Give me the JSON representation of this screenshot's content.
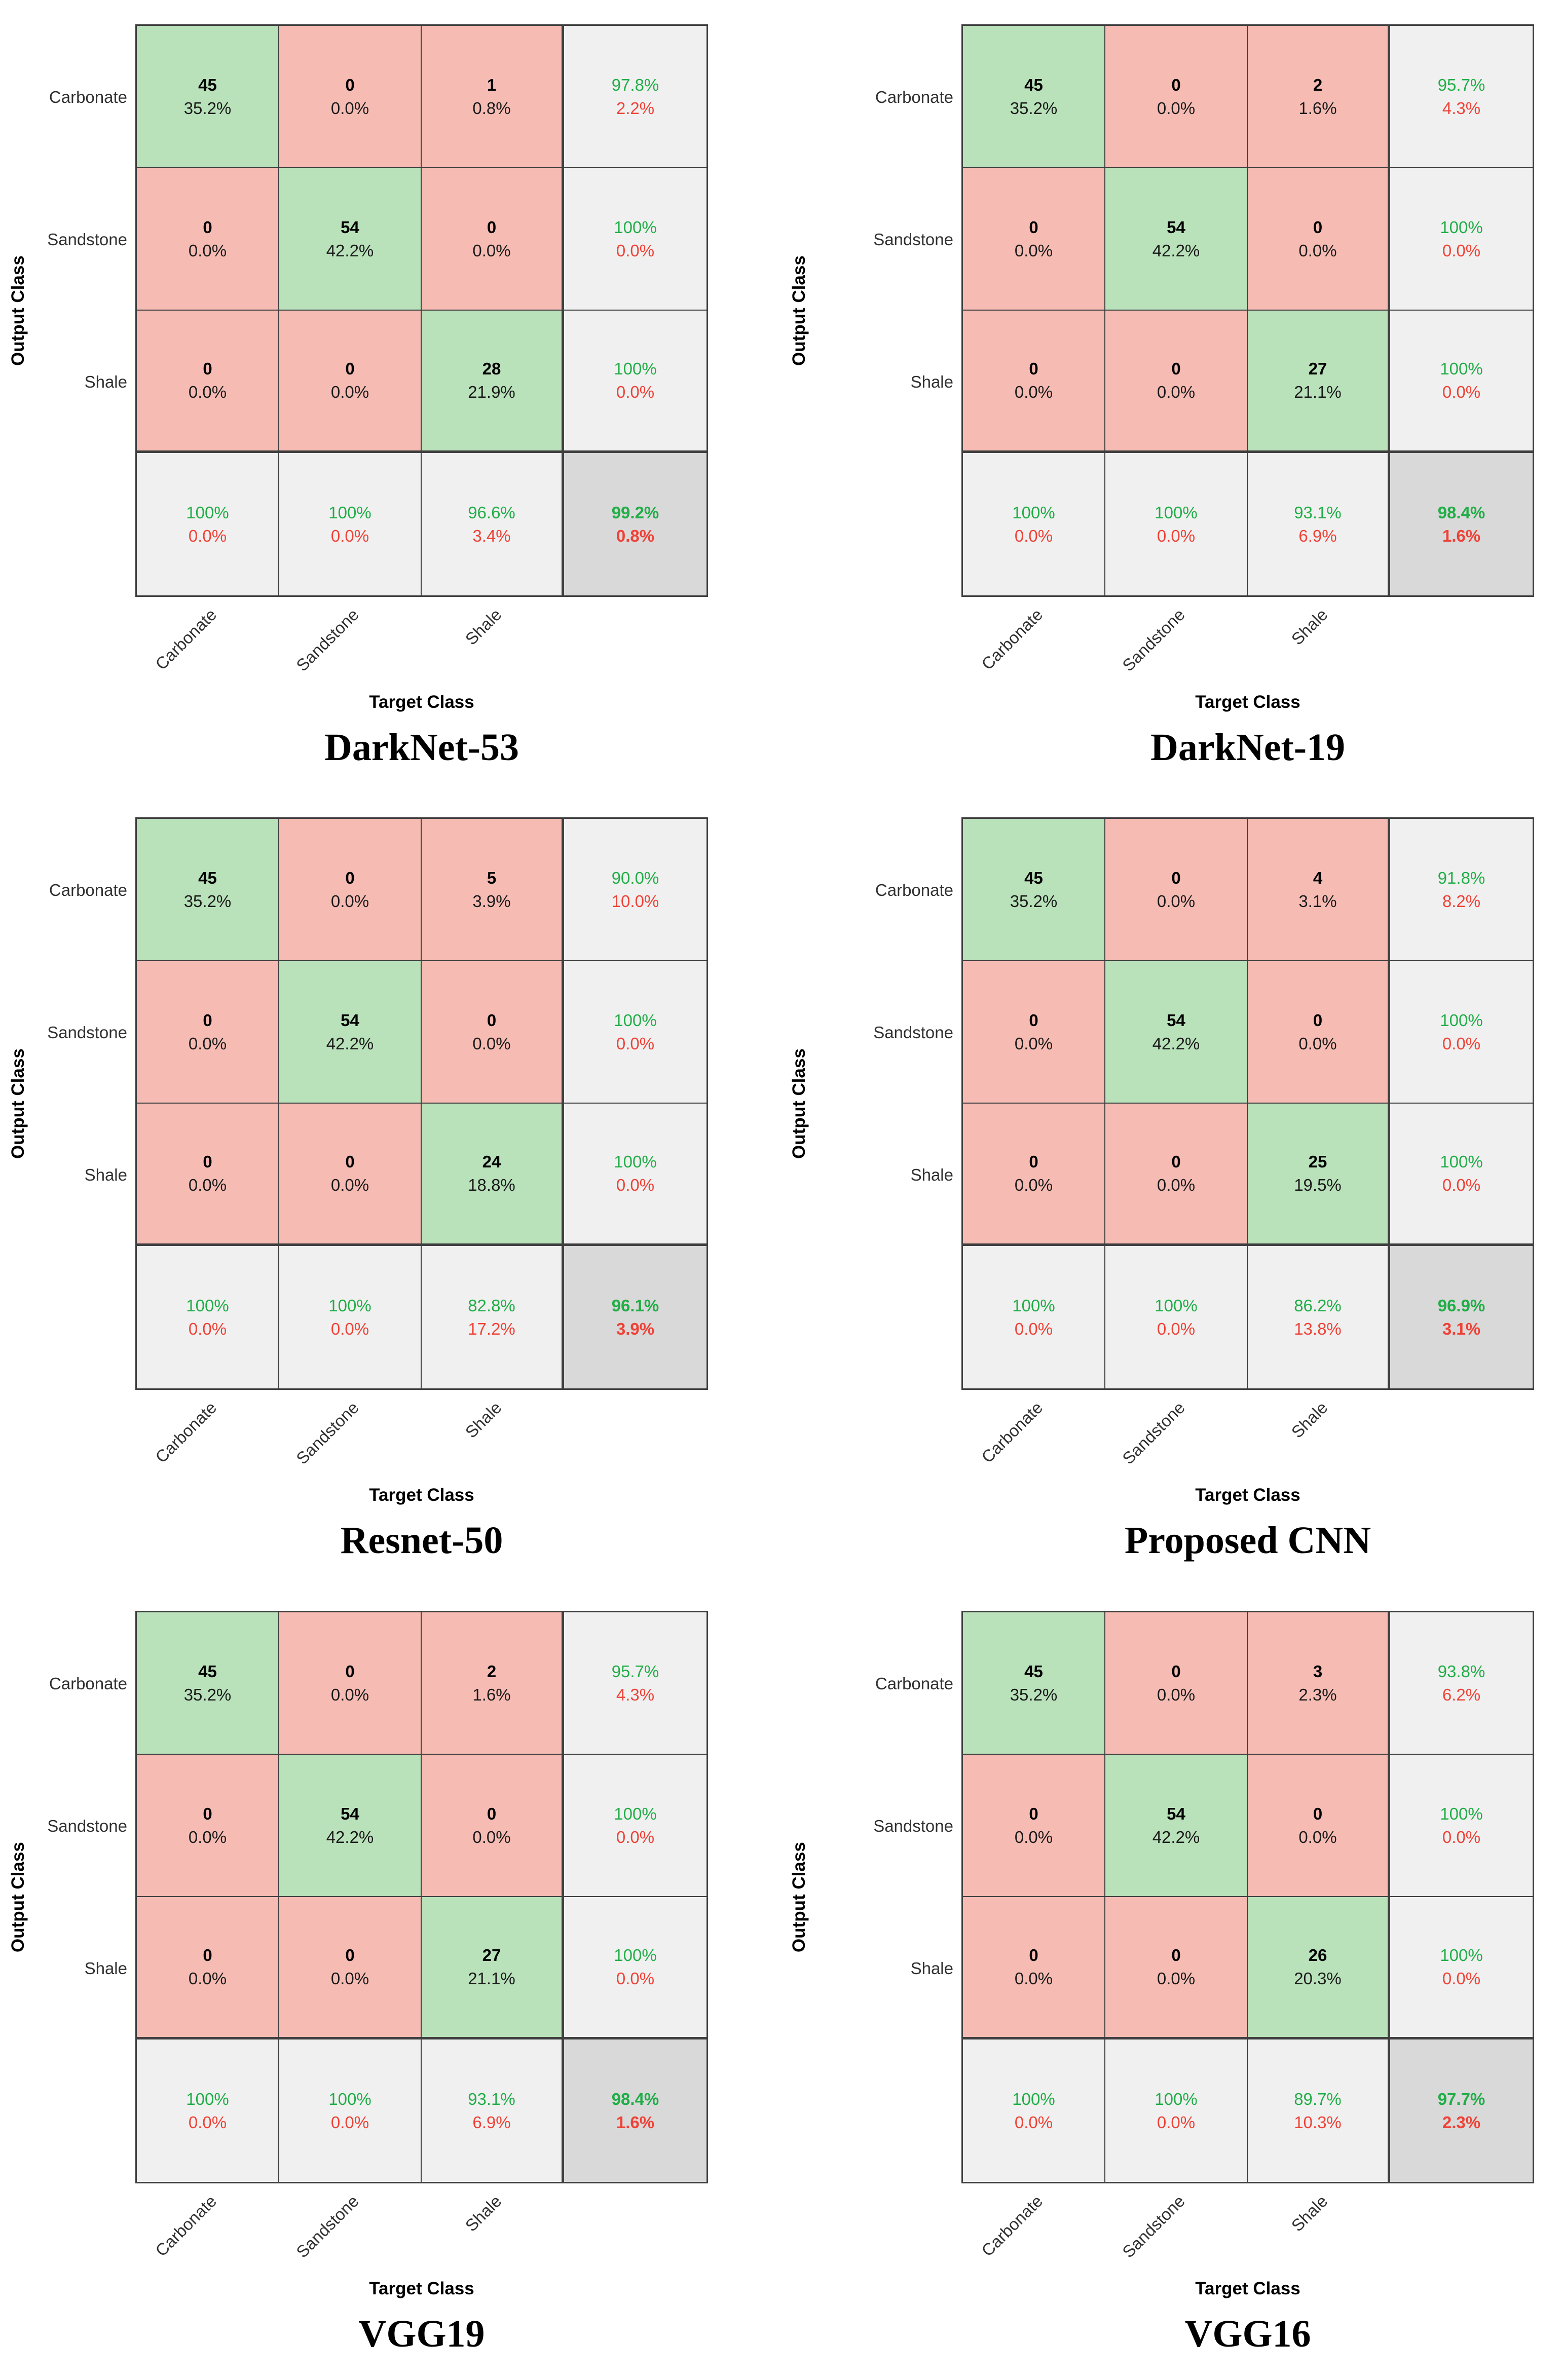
{
  "figure": {
    "axis": {
      "output_label": "Output Class",
      "target_label": "Target Class"
    },
    "classes": [
      "Carbonate",
      "Sandstone",
      "Shale"
    ],
    "colors": {
      "diagonal_cell": "#b9e2ba",
      "offdiagonal_cell": "#f6bcb4",
      "summary_cell": "#f0f0f0",
      "total_cell": "#d9d9d9",
      "grid_line": "#3f3f3f",
      "good_text": "#21ad47",
      "bad_text": "#ee4237"
    },
    "panels": [
      {
        "title": "DarkNet-53",
        "grid": [
          [
            {
              "k": "d",
              "a": "45",
              "b": "35.2%"
            },
            {
              "k": "o",
              "a": "0",
              "b": "0.0%"
            },
            {
              "k": "o",
              "a": "1",
              "b": "0.8%"
            },
            {
              "k": "s",
              "a": "97.8%",
              "b": "2.2%"
            }
          ],
          [
            {
              "k": "o",
              "a": "0",
              "b": "0.0%"
            },
            {
              "k": "d",
              "a": "54",
              "b": "42.2%"
            },
            {
              "k": "o",
              "a": "0",
              "b": "0.0%"
            },
            {
              "k": "s",
              "a": "100%",
              "b": "0.0%"
            }
          ],
          [
            {
              "k": "o",
              "a": "0",
              "b": "0.0%"
            },
            {
              "k": "o",
              "a": "0",
              "b": "0.0%"
            },
            {
              "k": "d",
              "a": "28",
              "b": "21.9%"
            },
            {
              "k": "s",
              "a": "100%",
              "b": "0.0%"
            }
          ],
          [
            {
              "k": "s",
              "a": "100%",
              "b": "0.0%"
            },
            {
              "k": "s",
              "a": "100%",
              "b": "0.0%"
            },
            {
              "k": "s",
              "a": "96.6%",
              "b": "3.4%"
            },
            {
              "k": "t",
              "a": "99.2%",
              "b": "0.8%"
            }
          ]
        ]
      },
      {
        "title": "DarkNet-19",
        "grid": [
          [
            {
              "k": "d",
              "a": "45",
              "b": "35.2%"
            },
            {
              "k": "o",
              "a": "0",
              "b": "0.0%"
            },
            {
              "k": "o",
              "a": "2",
              "b": "1.6%"
            },
            {
              "k": "s",
              "a": "95.7%",
              "b": "4.3%"
            }
          ],
          [
            {
              "k": "o",
              "a": "0",
              "b": "0.0%"
            },
            {
              "k": "d",
              "a": "54",
              "b": "42.2%"
            },
            {
              "k": "o",
              "a": "0",
              "b": "0.0%"
            },
            {
              "k": "s",
              "a": "100%",
              "b": "0.0%"
            }
          ],
          [
            {
              "k": "o",
              "a": "0",
              "b": "0.0%"
            },
            {
              "k": "o",
              "a": "0",
              "b": "0.0%"
            },
            {
              "k": "d",
              "a": "27",
              "b": "21.1%"
            },
            {
              "k": "s",
              "a": "100%",
              "b": "0.0%"
            }
          ],
          [
            {
              "k": "s",
              "a": "100%",
              "b": "0.0%"
            },
            {
              "k": "s",
              "a": "100%",
              "b": "0.0%"
            },
            {
              "k": "s",
              "a": "93.1%",
              "b": "6.9%"
            },
            {
              "k": "t",
              "a": "98.4%",
              "b": "1.6%"
            }
          ]
        ]
      },
      {
        "title": "Resnet-50",
        "grid": [
          [
            {
              "k": "d",
              "a": "45",
              "b": "35.2%"
            },
            {
              "k": "o",
              "a": "0",
              "b": "0.0%"
            },
            {
              "k": "o",
              "a": "5",
              "b": "3.9%"
            },
            {
              "k": "s",
              "a": "90.0%",
              "b": "10.0%"
            }
          ],
          [
            {
              "k": "o",
              "a": "0",
              "b": "0.0%"
            },
            {
              "k": "d",
              "a": "54",
              "b": "42.2%"
            },
            {
              "k": "o",
              "a": "0",
              "b": "0.0%"
            },
            {
              "k": "s",
              "a": "100%",
              "b": "0.0%"
            }
          ],
          [
            {
              "k": "o",
              "a": "0",
              "b": "0.0%"
            },
            {
              "k": "o",
              "a": "0",
              "b": "0.0%"
            },
            {
              "k": "d",
              "a": "24",
              "b": "18.8%"
            },
            {
              "k": "s",
              "a": "100%",
              "b": "0.0%"
            }
          ],
          [
            {
              "k": "s",
              "a": "100%",
              "b": "0.0%"
            },
            {
              "k": "s",
              "a": "100%",
              "b": "0.0%"
            },
            {
              "k": "s",
              "a": "82.8%",
              "b": "17.2%"
            },
            {
              "k": "t",
              "a": "96.1%",
              "b": "3.9%"
            }
          ]
        ]
      },
      {
        "title": "Proposed CNN",
        "grid": [
          [
            {
              "k": "d",
              "a": "45",
              "b": "35.2%"
            },
            {
              "k": "o",
              "a": "0",
              "b": "0.0%"
            },
            {
              "k": "o",
              "a": "4",
              "b": "3.1%"
            },
            {
              "k": "s",
              "a": "91.8%",
              "b": "8.2%"
            }
          ],
          [
            {
              "k": "o",
              "a": "0",
              "b": "0.0%"
            },
            {
              "k": "d",
              "a": "54",
              "b": "42.2%"
            },
            {
              "k": "o",
              "a": "0",
              "b": "0.0%"
            },
            {
              "k": "s",
              "a": "100%",
              "b": "0.0%"
            }
          ],
          [
            {
              "k": "o",
              "a": "0",
              "b": "0.0%"
            },
            {
              "k": "o",
              "a": "0",
              "b": "0.0%"
            },
            {
              "k": "d",
              "a": "25",
              "b": "19.5%"
            },
            {
              "k": "s",
              "a": "100%",
              "b": "0.0%"
            }
          ],
          [
            {
              "k": "s",
              "a": "100%",
              "b": "0.0%"
            },
            {
              "k": "s",
              "a": "100%",
              "b": "0.0%"
            },
            {
              "k": "s",
              "a": "86.2%",
              "b": "13.8%"
            },
            {
              "k": "t",
              "a": "96.9%",
              "b": "3.1%"
            }
          ]
        ]
      },
      {
        "title": "VGG19",
        "grid": [
          [
            {
              "k": "d",
              "a": "45",
              "b": "35.2%"
            },
            {
              "k": "o",
              "a": "0",
              "b": "0.0%"
            },
            {
              "k": "o",
              "a": "2",
              "b": "1.6%"
            },
            {
              "k": "s",
              "a": "95.7%",
              "b": "4.3%"
            }
          ],
          [
            {
              "k": "o",
              "a": "0",
              "b": "0.0%"
            },
            {
              "k": "d",
              "a": "54",
              "b": "42.2%"
            },
            {
              "k": "o",
              "a": "0",
              "b": "0.0%"
            },
            {
              "k": "s",
              "a": "100%",
              "b": "0.0%"
            }
          ],
          [
            {
              "k": "o",
              "a": "0",
              "b": "0.0%"
            },
            {
              "k": "o",
              "a": "0",
              "b": "0.0%"
            },
            {
              "k": "d",
              "a": "27",
              "b": "21.1%"
            },
            {
              "k": "s",
              "a": "100%",
              "b": "0.0%"
            }
          ],
          [
            {
              "k": "s",
              "a": "100%",
              "b": "0.0%"
            },
            {
              "k": "s",
              "a": "100%",
              "b": "0.0%"
            },
            {
              "k": "s",
              "a": "93.1%",
              "b": "6.9%"
            },
            {
              "k": "t",
              "a": "98.4%",
              "b": "1.6%"
            }
          ]
        ]
      },
      {
        "title": "VGG16",
        "grid": [
          [
            {
              "k": "d",
              "a": "45",
              "b": "35.2%"
            },
            {
              "k": "o",
              "a": "0",
              "b": "0.0%"
            },
            {
              "k": "o",
              "a": "3",
              "b": "2.3%"
            },
            {
              "k": "s",
              "a": "93.8%",
              "b": "6.2%"
            }
          ],
          [
            {
              "k": "o",
              "a": "0",
              "b": "0.0%"
            },
            {
              "k": "d",
              "a": "54",
              "b": "42.2%"
            },
            {
              "k": "o",
              "a": "0",
              "b": "0.0%"
            },
            {
              "k": "s",
              "a": "100%",
              "b": "0.0%"
            }
          ],
          [
            {
              "k": "o",
              "a": "0",
              "b": "0.0%"
            },
            {
              "k": "o",
              "a": "0",
              "b": "0.0%"
            },
            {
              "k": "d",
              "a": "26",
              "b": "20.3%"
            },
            {
              "k": "s",
              "a": "100%",
              "b": "0.0%"
            }
          ],
          [
            {
              "k": "s",
              "a": "100%",
              "b": "0.0%"
            },
            {
              "k": "s",
              "a": "100%",
              "b": "0.0%"
            },
            {
              "k": "s",
              "a": "89.7%",
              "b": "10.3%"
            },
            {
              "k": "t",
              "a": "97.7%",
              "b": "2.3%"
            }
          ]
        ]
      }
    ]
  },
  "chart_data": [
    {
      "type": "heatmap",
      "title": "DarkNet-53",
      "xlabel": "Target Class",
      "ylabel": "Output Class",
      "classes": [
        "Carbonate",
        "Sandstone",
        "Shale"
      ],
      "counts": [
        [
          45,
          0,
          1
        ],
        [
          0,
          54,
          0
        ],
        [
          0,
          0,
          28
        ]
      ],
      "percent_of_total": [
        [
          35.2,
          0.0,
          0.8
        ],
        [
          0.0,
          42.2,
          0.0
        ],
        [
          0.0,
          0.0,
          21.9
        ]
      ],
      "row_summary_pct": [
        [
          97.8,
          2.2
        ],
        [
          100,
          0.0
        ],
        [
          100,
          0.0
        ]
      ],
      "col_summary_pct": [
        [
          100,
          0.0
        ],
        [
          100,
          0.0
        ],
        [
          96.6,
          3.4
        ]
      ],
      "overall_pct": [
        99.2,
        0.8
      ]
    },
    {
      "type": "heatmap",
      "title": "DarkNet-19",
      "xlabel": "Target Class",
      "ylabel": "Output Class",
      "classes": [
        "Carbonate",
        "Sandstone",
        "Shale"
      ],
      "counts": [
        [
          45,
          0,
          2
        ],
        [
          0,
          54,
          0
        ],
        [
          0,
          0,
          27
        ]
      ],
      "percent_of_total": [
        [
          35.2,
          0.0,
          1.6
        ],
        [
          0.0,
          42.2,
          0.0
        ],
        [
          0.0,
          0.0,
          21.1
        ]
      ],
      "row_summary_pct": [
        [
          95.7,
          4.3
        ],
        [
          100,
          0.0
        ],
        [
          100,
          0.0
        ]
      ],
      "col_summary_pct": [
        [
          100,
          0.0
        ],
        [
          100,
          0.0
        ],
        [
          93.1,
          6.9
        ]
      ],
      "overall_pct": [
        98.4,
        1.6
      ]
    },
    {
      "type": "heatmap",
      "title": "Resnet-50",
      "xlabel": "Target Class",
      "ylabel": "Output Class",
      "classes": [
        "Carbonate",
        "Sandstone",
        "Shale"
      ],
      "counts": [
        [
          45,
          0,
          5
        ],
        [
          0,
          54,
          0
        ],
        [
          0,
          0,
          24
        ]
      ],
      "percent_of_total": [
        [
          35.2,
          0.0,
          3.9
        ],
        [
          0.0,
          42.2,
          0.0
        ],
        [
          0.0,
          0.0,
          18.8
        ]
      ],
      "row_summary_pct": [
        [
          90.0,
          10.0
        ],
        [
          100,
          0.0
        ],
        [
          100,
          0.0
        ]
      ],
      "col_summary_pct": [
        [
          100,
          0.0
        ],
        [
          100,
          0.0
        ],
        [
          82.8,
          17.2
        ]
      ],
      "overall_pct": [
        96.1,
        3.9
      ]
    },
    {
      "type": "heatmap",
      "title": "Proposed CNN",
      "xlabel": "Target Class",
      "ylabel": "Output Class",
      "classes": [
        "Carbonate",
        "Sandstone",
        "Shale"
      ],
      "counts": [
        [
          45,
          0,
          4
        ],
        [
          0,
          54,
          0
        ],
        [
          0,
          0,
          25
        ]
      ],
      "percent_of_total": [
        [
          35.2,
          0.0,
          3.1
        ],
        [
          0.0,
          42.2,
          0.0
        ],
        [
          0.0,
          0.0,
          19.5
        ]
      ],
      "row_summary_pct": [
        [
          91.8,
          8.2
        ],
        [
          100,
          0.0
        ],
        [
          100,
          0.0
        ]
      ],
      "col_summary_pct": [
        [
          100,
          0.0
        ],
        [
          100,
          0.0
        ],
        [
          86.2,
          13.8
        ]
      ],
      "overall_pct": [
        96.9,
        3.1
      ]
    },
    {
      "type": "heatmap",
      "title": "VGG19",
      "xlabel": "Target Class",
      "ylabel": "Output Class",
      "classes": [
        "Carbonate",
        "Sandstone",
        "Shale"
      ],
      "counts": [
        [
          45,
          0,
          2
        ],
        [
          0,
          54,
          0
        ],
        [
          0,
          0,
          27
        ]
      ],
      "percent_of_total": [
        [
          35.2,
          0.0,
          1.6
        ],
        [
          0.0,
          42.2,
          0.0
        ],
        [
          0.0,
          0.0,
          21.1
        ]
      ],
      "row_summary_pct": [
        [
          95.7,
          4.3
        ],
        [
          100,
          0.0
        ],
        [
          100,
          0.0
        ]
      ],
      "col_summary_pct": [
        [
          100,
          0.0
        ],
        [
          100,
          0.0
        ],
        [
          93.1,
          6.9
        ]
      ],
      "overall_pct": [
        98.4,
        1.6
      ]
    },
    {
      "type": "heatmap",
      "title": "VGG16",
      "xlabel": "Target Class",
      "ylabel": "Output Class",
      "classes": [
        "Carbonate",
        "Sandstone",
        "Shale"
      ],
      "counts": [
        [
          45,
          0,
          3
        ],
        [
          0,
          54,
          0
        ],
        [
          0,
          0,
          26
        ]
      ],
      "percent_of_total": [
        [
          35.2,
          0.0,
          2.3
        ],
        [
          0.0,
          42.2,
          0.0
        ],
        [
          0.0,
          0.0,
          20.3
        ]
      ],
      "row_summary_pct": [
        [
          93.8,
          6.2
        ],
        [
          100,
          0.0
        ],
        [
          100,
          0.0
        ]
      ],
      "col_summary_pct": [
        [
          100,
          0.0
        ],
        [
          100,
          0.0
        ],
        [
          89.7,
          10.3
        ]
      ],
      "overall_pct": [
        97.7,
        2.3
      ]
    }
  ]
}
